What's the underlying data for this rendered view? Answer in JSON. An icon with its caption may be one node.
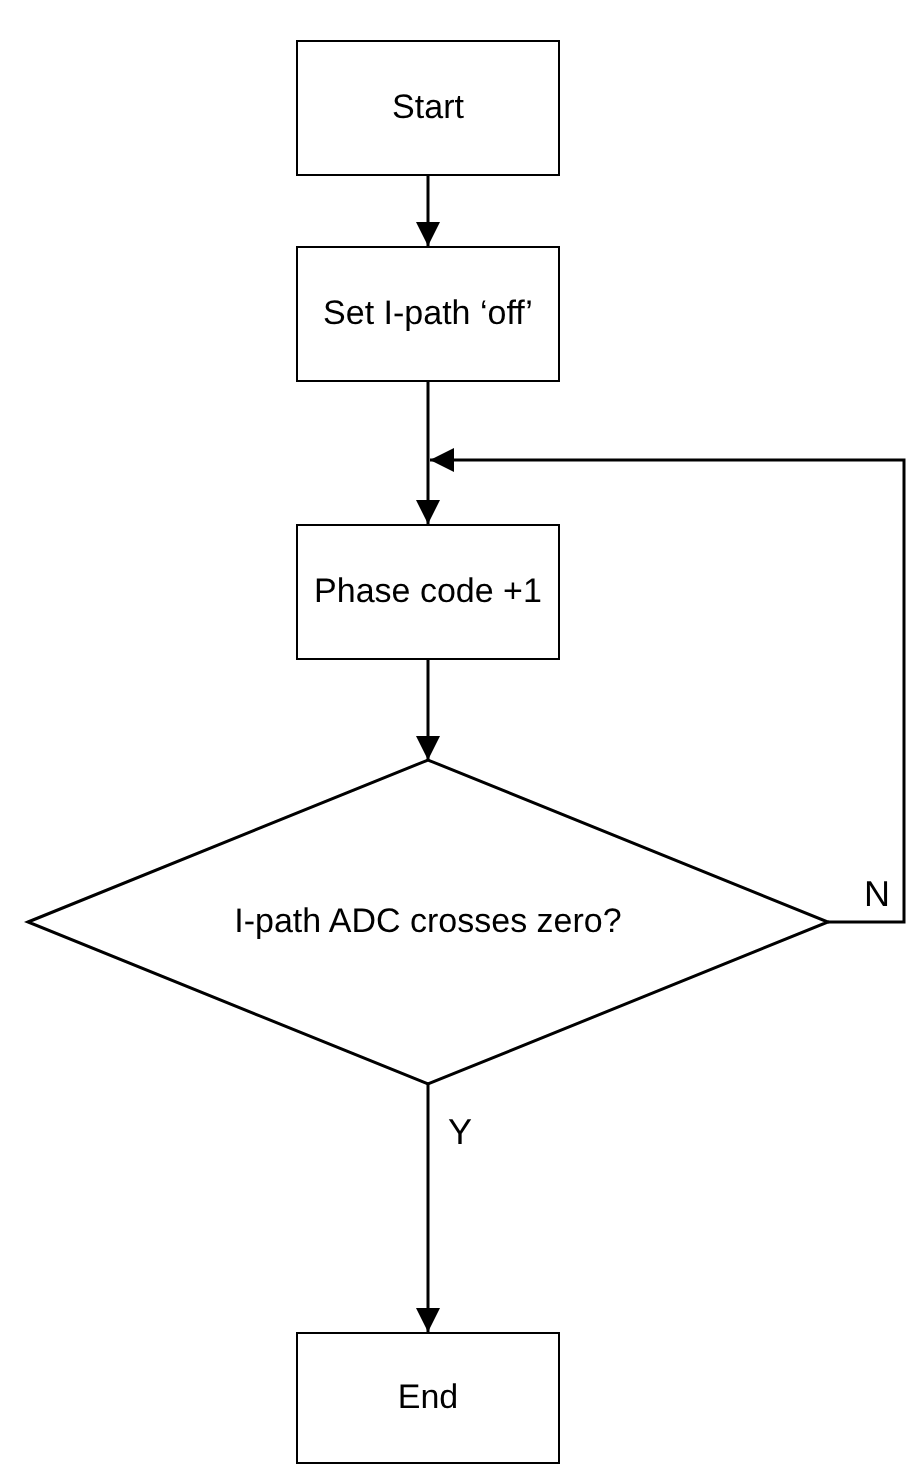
{
  "diagram": {
    "nodes": [
      {
        "text": [
          "Start"
        ]
      },
      {
        "text": [
          "Set I-path ‘off’"
        ]
      },
      {
        "text": [
          "Phase code +1"
        ]
      },
      {
        "text": [
          "I-path ADC crosses zero?"
        ]
      },
      {
        "text": [
          "End"
        ]
      }
    ],
    "edges": [
      {
        "from": 0,
        "to": 1,
        "arrow": "to"
      },
      {
        "from": 1,
        "to": 2,
        "arrow": "to"
      },
      {
        "from": 2,
        "to": 3,
        "arrow": "to"
      },
      {
        "from": 3,
        "to": 2,
        "arrow": "to",
        "label": "N"
      },
      {
        "from": 3,
        "to": 4,
        "arrow": "to",
        "label": "Y"
      }
    ]
  }
}
